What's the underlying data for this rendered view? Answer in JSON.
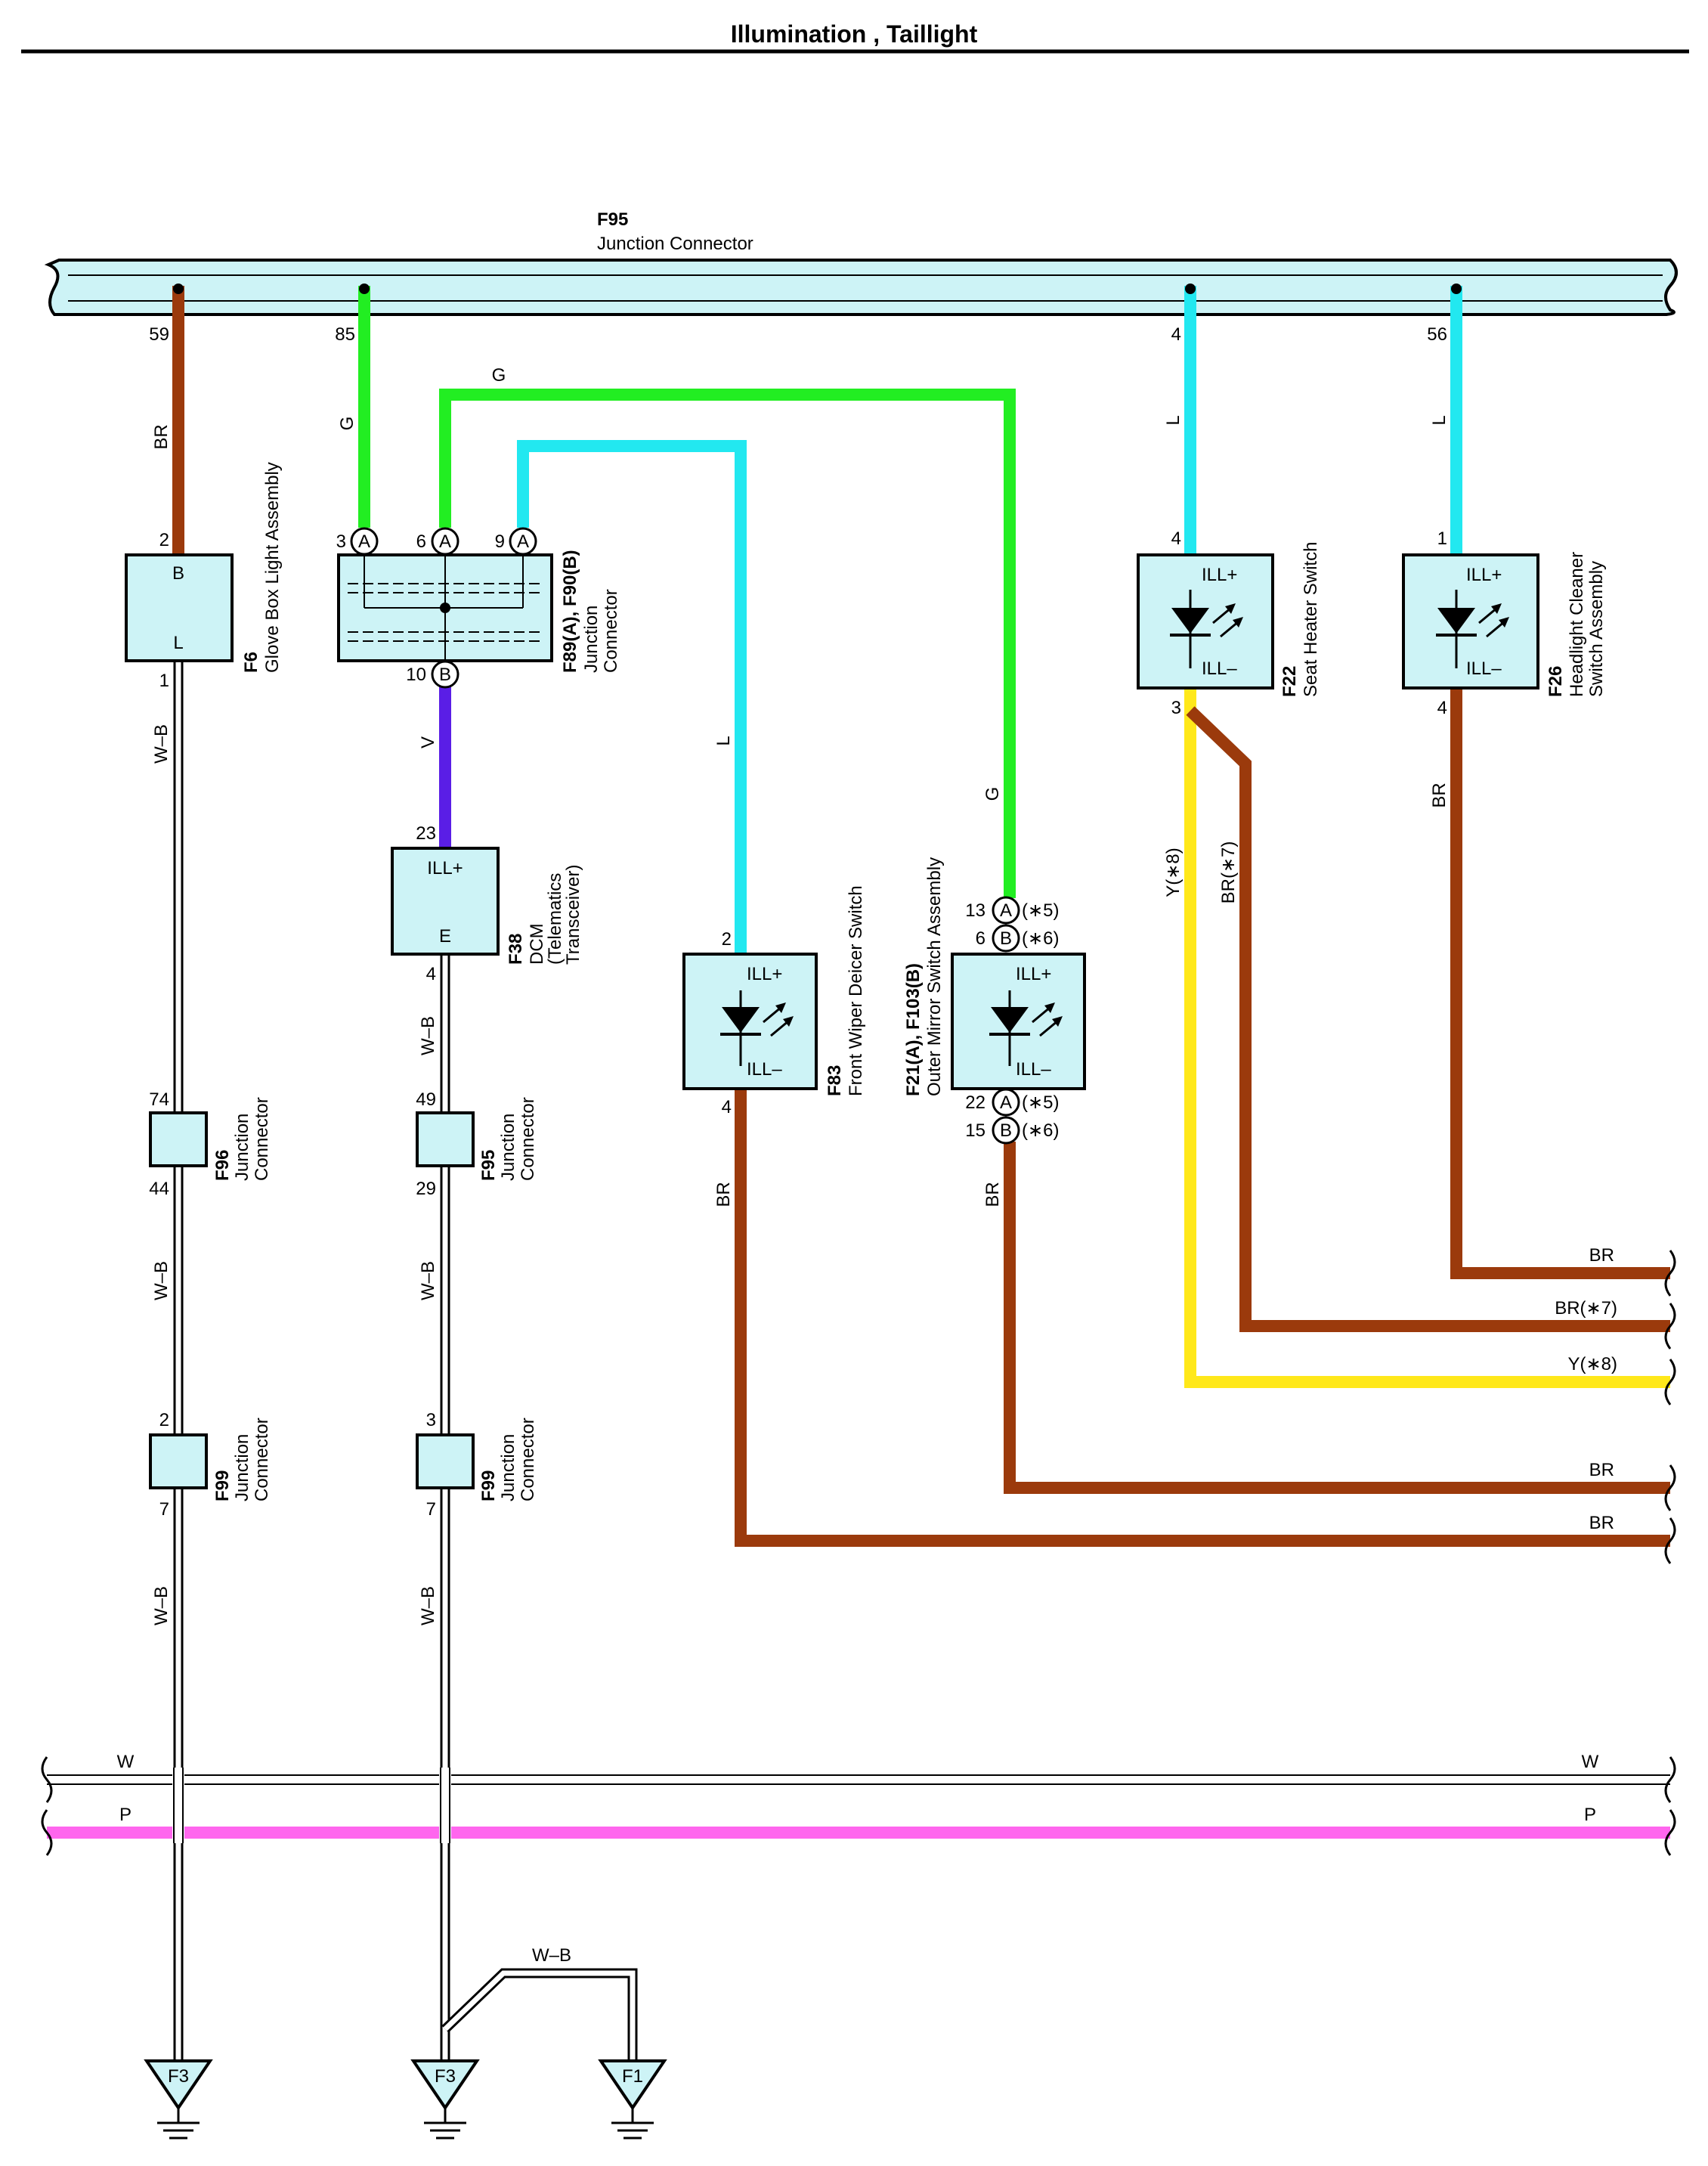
{
  "title": "Illumination , Taillight",
  "colors": {
    "BR": "#9b3a0c",
    "G": "#22ee22",
    "L": "#22e8f0",
    "V": "#5a1ee6",
    "Y": "#ffe81a",
    "P": "#ff66ee",
    "W": "#ffffff",
    "box": "#cdf3f6",
    "bus": "#cdf3f6"
  },
  "f95": {
    "code": "F95",
    "name": "Junction Connector"
  },
  "wires": {
    "br": "BR",
    "g": "G",
    "l": "L",
    "v": "V",
    "wb": "W–B",
    "y8": "Y(∗8)",
    "br7": "BR(∗7)",
    "w": "W",
    "p": "P"
  },
  "pins": {
    "f95_59": "59",
    "f95_85": "85",
    "f95_4": "4",
    "f95_56": "56",
    "f6_2": "2",
    "f6_1": "1",
    "f89_3": "3",
    "f89_6": "6",
    "f89_9": "9",
    "f89_10": "10",
    "f38_23": "23",
    "f38_4": "4",
    "f96_74": "74",
    "f96_44": "44",
    "f95b_49": "49",
    "f95b_29": "29",
    "f99a_2": "2",
    "f99a_7": "7",
    "f99b_3": "3",
    "f99b_7": "7",
    "f83_2": "2",
    "f83_4": "4",
    "f21_13": "13",
    "f21_6": "6",
    "f21_22": "22",
    "f21_15": "15",
    "f22_4": "4",
    "f22_3": "3",
    "f26_1": "1",
    "f26_4": "4"
  },
  "notes": {
    "n5": "(∗5)",
    "n6": "(∗6)"
  },
  "letters": {
    "a": "A",
    "b": "B",
    "l": "L",
    "e": "E"
  },
  "terminals": {
    "ill_plus": "ILL+",
    "ill_minus": "ILL–"
  },
  "components": {
    "f6": {
      "code": "F6",
      "name": "Glove Box Light Assembly"
    },
    "f89": {
      "code": "F89(A), F90(B)",
      "line1": "Junction",
      "line2": "Connector"
    },
    "f38": {
      "code": "F38",
      "line1": "DCM",
      "line2": "(Telematics",
      "line3": "Transceiver)"
    },
    "f96": {
      "code": "F96",
      "line1": "Junction",
      "line2": "Connector"
    },
    "f95b": {
      "code": "F95",
      "line1": "Junction",
      "line2": "Connector"
    },
    "f99a": {
      "code": "F99",
      "line1": "Junction",
      "line2": "Connector"
    },
    "f99b": {
      "code": "F99",
      "line1": "Junction",
      "line2": "Connector"
    },
    "f83": {
      "code": "F83",
      "name": "Front Wiper Deicer Switch"
    },
    "f21": {
      "code": "F21(A), F103(B)",
      "name": "Outer Mirror Switch Assembly"
    },
    "f22": {
      "code": "F22",
      "name": "Seat Heater Switch"
    },
    "f26": {
      "code": "F26",
      "line1": "Headlight Cleaner",
      "line2": "Switch Assembly"
    }
  },
  "grounds": {
    "g1": "F3",
    "g2": "F3",
    "g3": "F1"
  }
}
